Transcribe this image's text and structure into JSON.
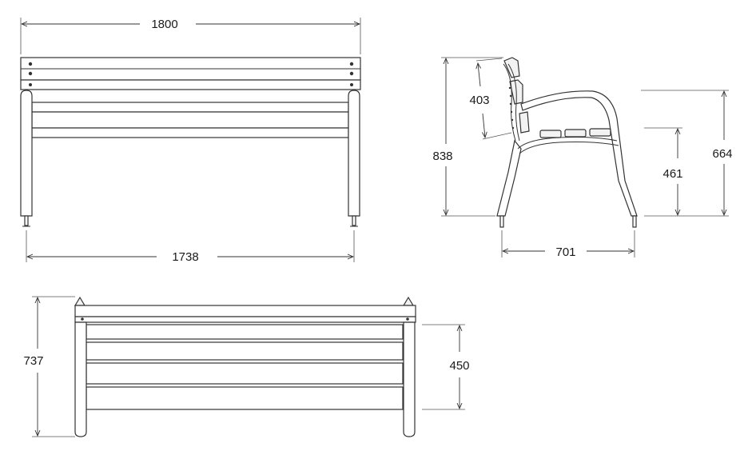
{
  "dimensions": {
    "front_overall_width": "1800",
    "front_leg_span": "1738",
    "side_backrest_height": "403",
    "side_overall_height": "838",
    "side_armrest_height": "664",
    "side_seat_height": "461",
    "side_depth": "701",
    "top_overall_depth": "737",
    "top_seat_depth": "450"
  },
  "colors": {
    "line": "#333333",
    "background": "#ffffff"
  }
}
